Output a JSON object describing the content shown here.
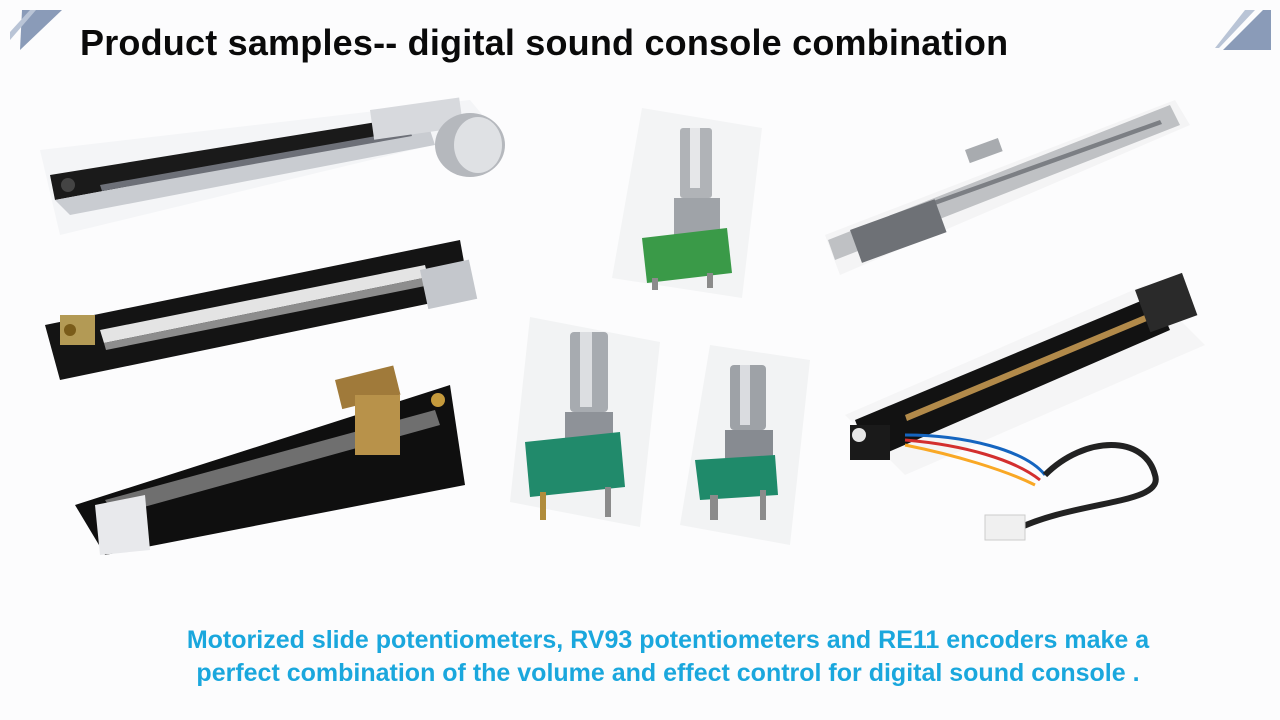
{
  "slide": {
    "title": "Product samples-- digital sound console combination",
    "caption_line1": "Motorized slide potentiometers, RV93 potentiometers and RE11 encoders make a",
    "caption_line2": "perfect combination of the volume and effect control for digital sound console .",
    "accent_color": "#1aa7dd",
    "corner_color": "#8a9bb8"
  },
  "images": [
    {
      "name": "motorized-slide-potentiometer-photo-1"
    },
    {
      "name": "motorized-slide-potentiometer-photo-2"
    },
    {
      "name": "motorized-slide-potentiometer-photo-3"
    },
    {
      "name": "rv93-potentiometer-photo-1"
    },
    {
      "name": "rv93-potentiometer-photo-2"
    },
    {
      "name": "re11-encoder-photo"
    },
    {
      "name": "motorized-slide-potentiometer-photo-4"
    },
    {
      "name": "motorized-slide-potentiometer-with-cable-photo"
    }
  ]
}
